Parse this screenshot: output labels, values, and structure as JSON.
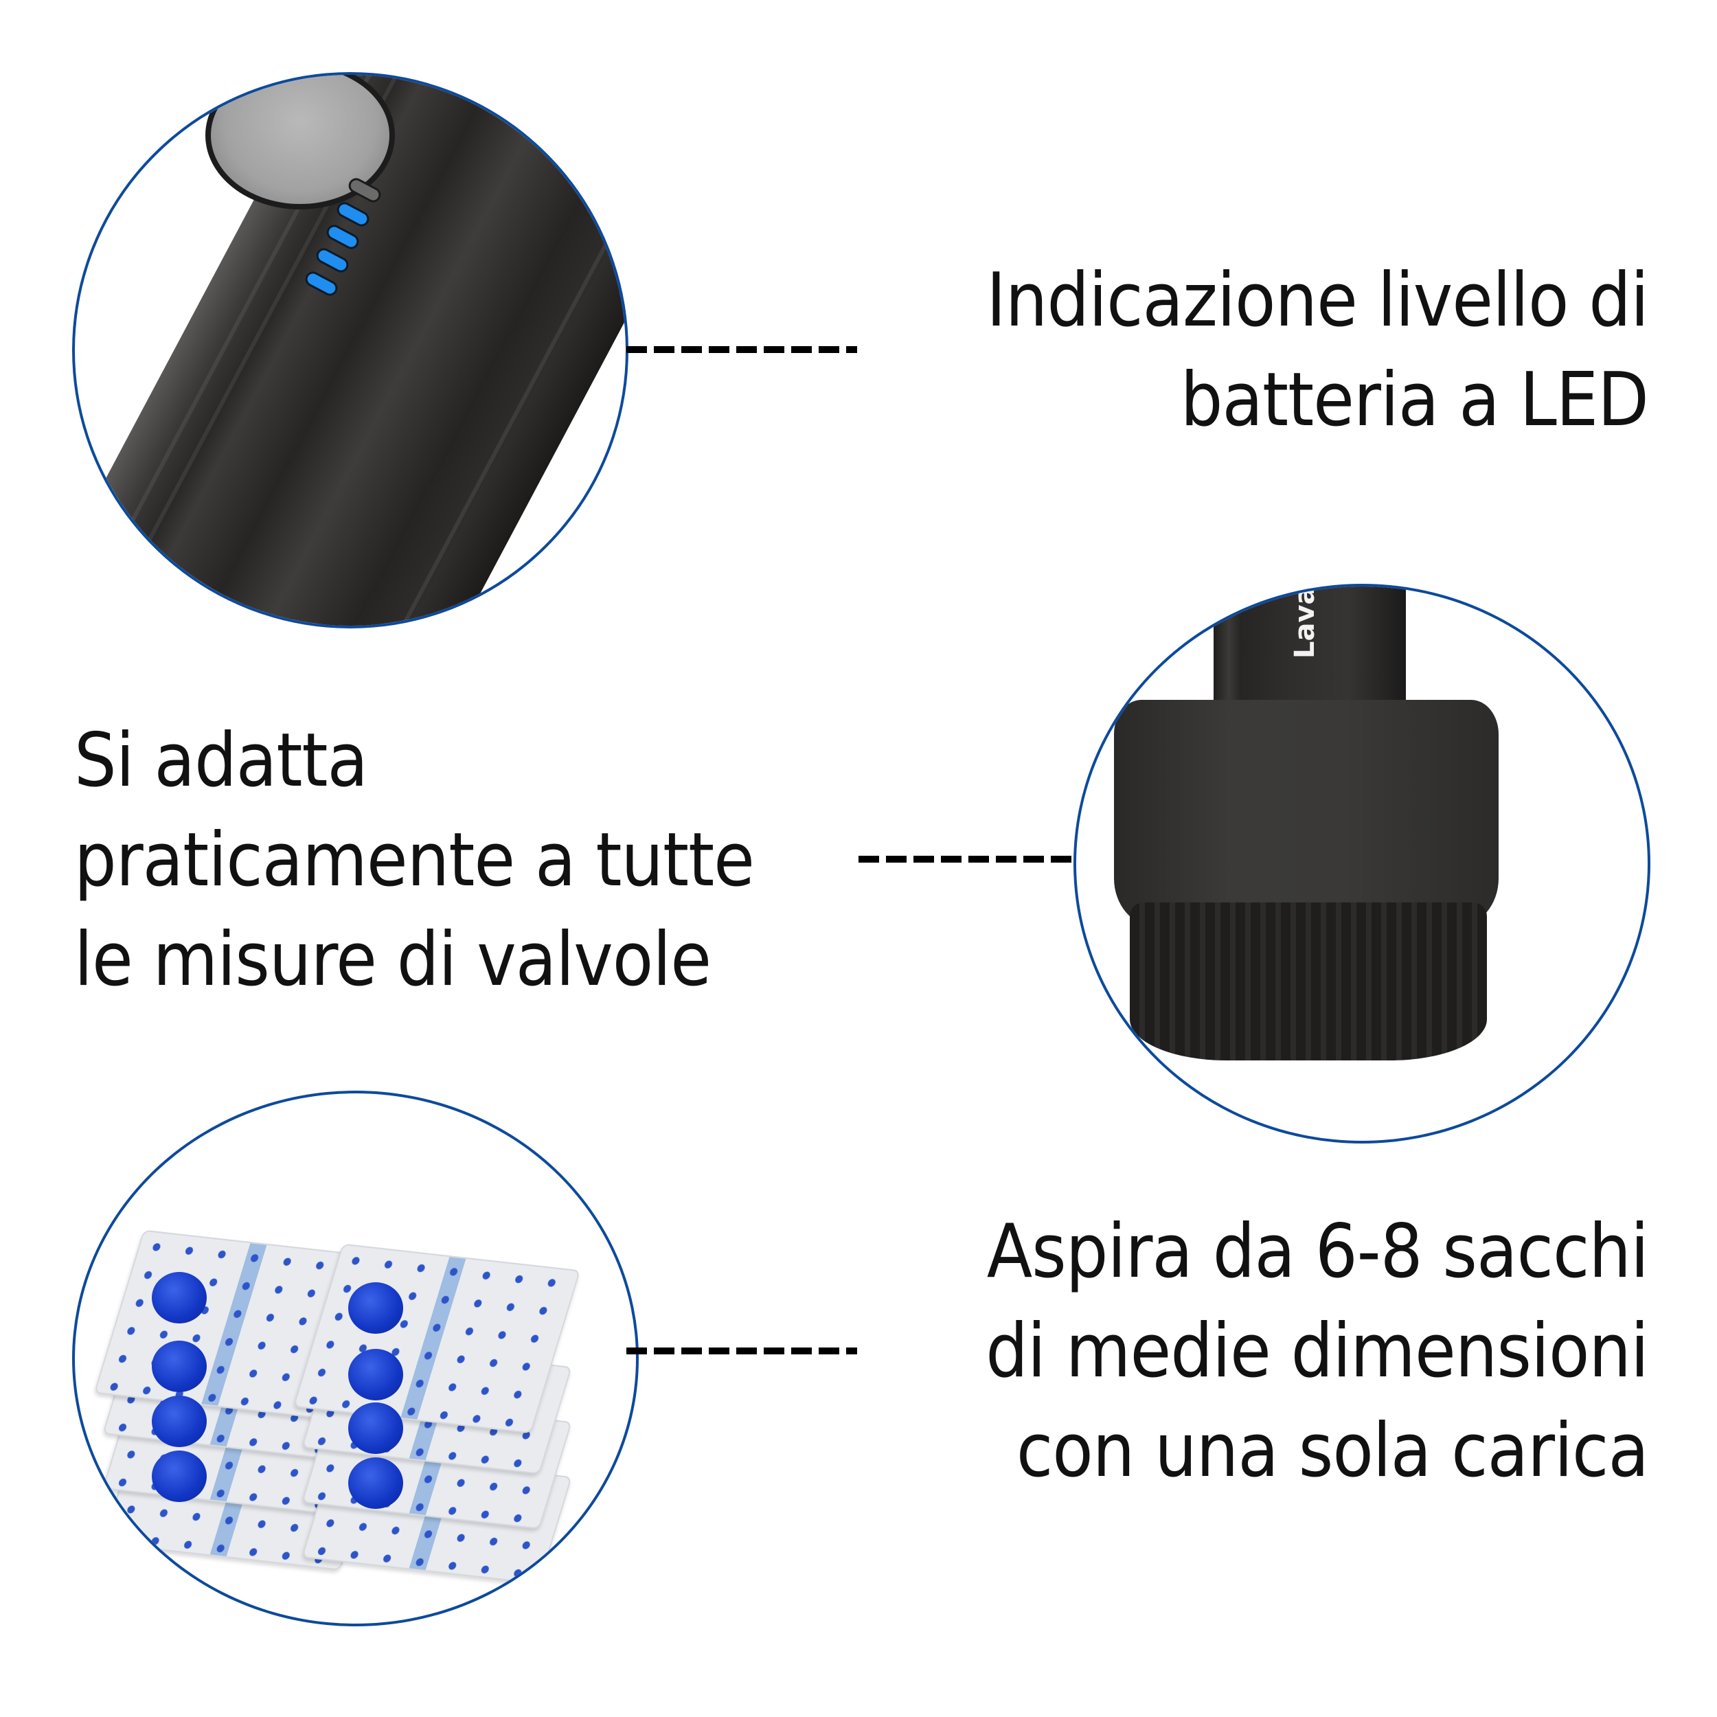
{
  "features": [
    {
      "id": "battery-led",
      "lines": [
        "Indicazione livello di",
        "batteria a LED"
      ],
      "image": {
        "subject": "handle with LED battery indicator",
        "led_indicators": {
          "total": 5,
          "lit": 4,
          "lit_color": "#1f8ef0",
          "off_color": "#6b6b6b"
        }
      }
    },
    {
      "id": "valve-adapter",
      "lines": [
        "Si adatta",
        "praticamente a tutte",
        "le misure di valvole"
      ],
      "image": {
        "subject": "nozzle adapter",
        "brand_text": "Lava"
      }
    },
    {
      "id": "bags-per-charge",
      "lines": [
        "Aspira da 6-8 sacchi",
        "di medie dimensioni",
        "con una sola carica"
      ],
      "image": {
        "subject": "stack of vacuum storage bags",
        "bag_count": 8,
        "valve_color": "#1236c4"
      }
    }
  ],
  "colors": {
    "circle_border": "#0d4a9c",
    "connector": "#000000",
    "text": "#111111",
    "background": "#ffffff"
  }
}
